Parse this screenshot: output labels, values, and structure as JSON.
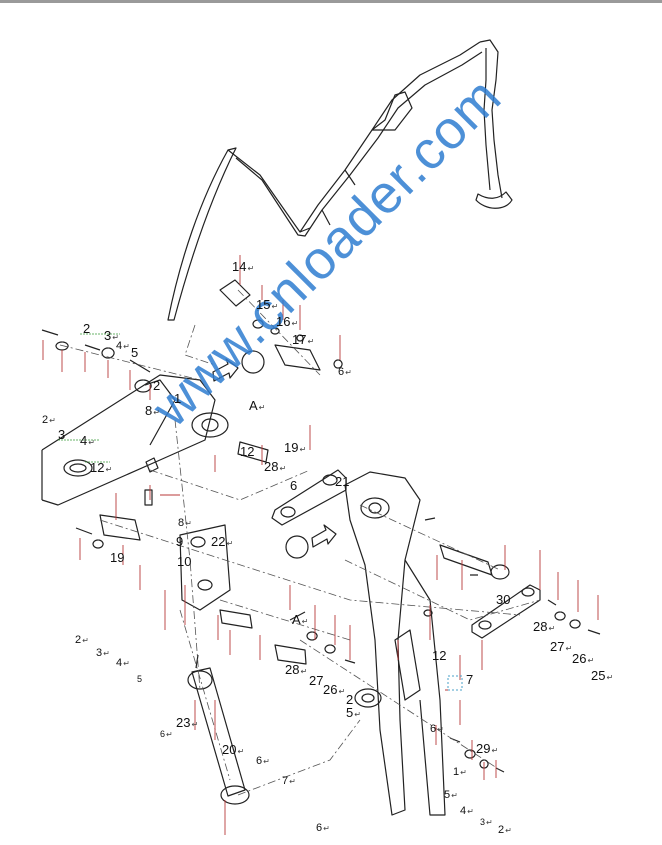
{
  "watermark": "www.cnloader.com",
  "return_mark": "↵",
  "callouts": {
    "c14": "14",
    "c15": "15",
    "c16": "16",
    "c17": "17",
    "c6a": "6",
    "cA1": "A",
    "cA2": "A",
    "c2a": "2",
    "c3a": "3",
    "c4a": "4",
    "c5a": "5",
    "c2b": "2",
    "c1": "1",
    "c8a": "8",
    "c2c": "2",
    "c3b": "3",
    "c4b": "4",
    "c12a": "12",
    "c12b": "12",
    "c28a": "28",
    "c19a": "19",
    "c6b": "6",
    "c21": "21",
    "c8b": "8",
    "c9": "9",
    "c22": "22",
    "c19b": "19",
    "c10": "10",
    "c30": "30",
    "c28b": "28",
    "c27a": "27",
    "c26a": "26",
    "c25": "25",
    "c2d": "2",
    "c3c": "3",
    "c4c": "4",
    "c5b": "5",
    "c12c": "12",
    "c7a": "7",
    "c28c": "28",
    "c27b": "27",
    "c26b": "26",
    "c2e": "2",
    "c5c": "5",
    "c23": "23",
    "c6c": "6",
    "c6d": "6",
    "c20": "20",
    "c6e": "6",
    "c29": "29",
    "c7b": "7",
    "c1b": "1",
    "c5d": "5",
    "c4d": "4",
    "c3d": "3",
    "c2f": "2",
    "c6f": "6"
  }
}
